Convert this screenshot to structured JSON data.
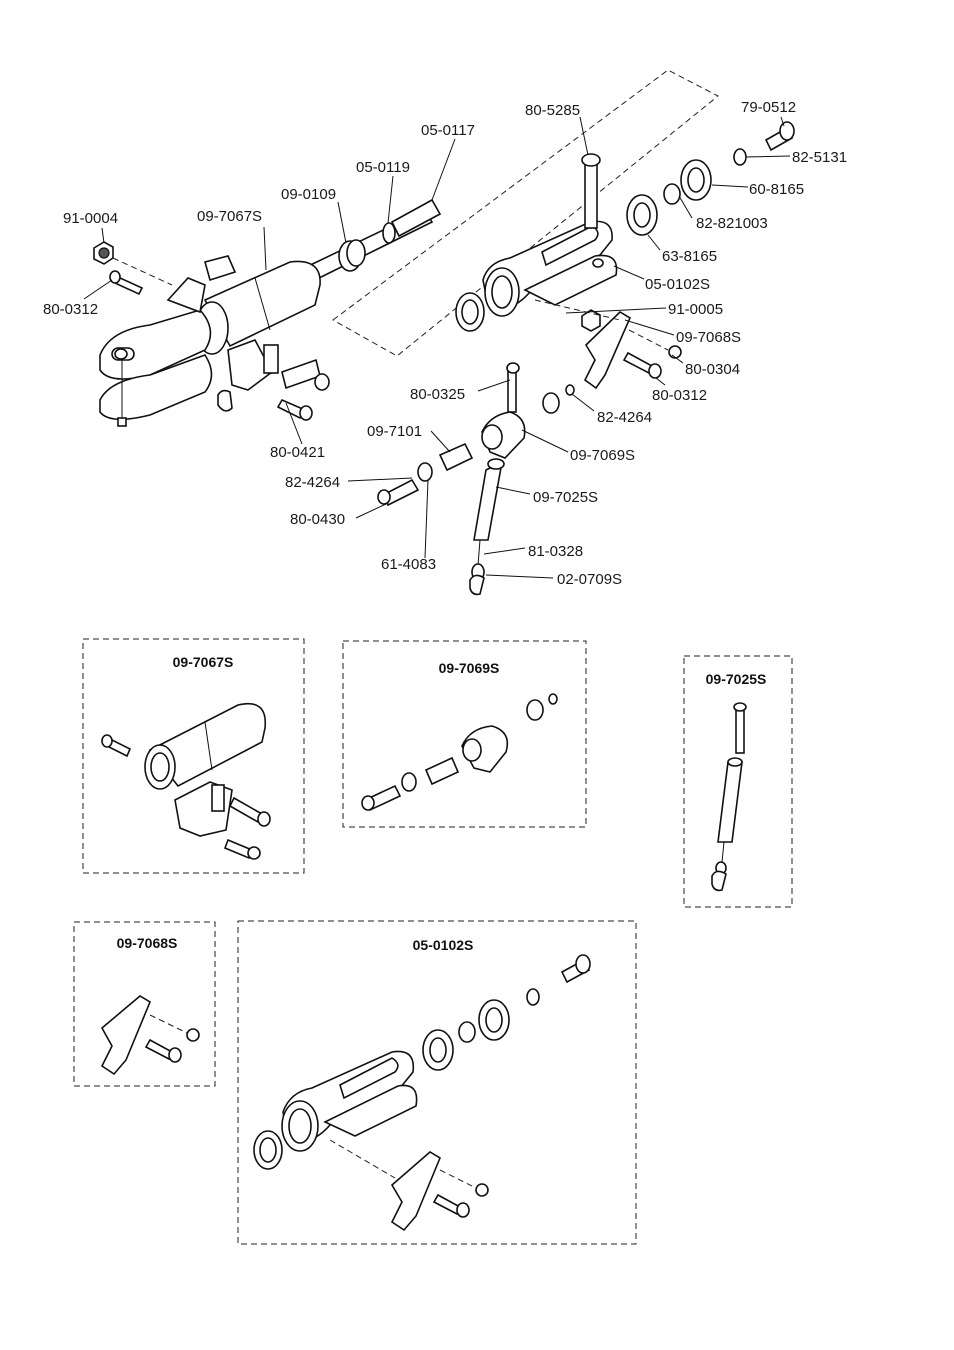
{
  "callouts": [
    "91-0004",
    "80-0312",
    "09-7067S",
    "09-0109",
    "05-0119",
    "05-0117",
    "80-5285",
    "79-0512",
    "82-5131",
    "60-8165",
    "82-821003",
    "63-8165",
    "05-0102S",
    "91-0005",
    "09-7068S",
    "80-0304",
    "80-0312",
    "80-0325",
    "82-4264",
    "09-7101",
    "09-7069S",
    "82-4264",
    "80-0430",
    "09-7025S",
    "61-4083",
    "81-0328",
    "02-0709S",
    "80-0421"
  ],
  "subassemblies": {
    "a": "09-7067S",
    "b": "09-7069S",
    "c": "09-7025S",
    "d": "09-7068S",
    "e": "05-0102S"
  },
  "colors": {
    "line": "#111111",
    "background": "#ffffff",
    "shade": "#555555"
  }
}
